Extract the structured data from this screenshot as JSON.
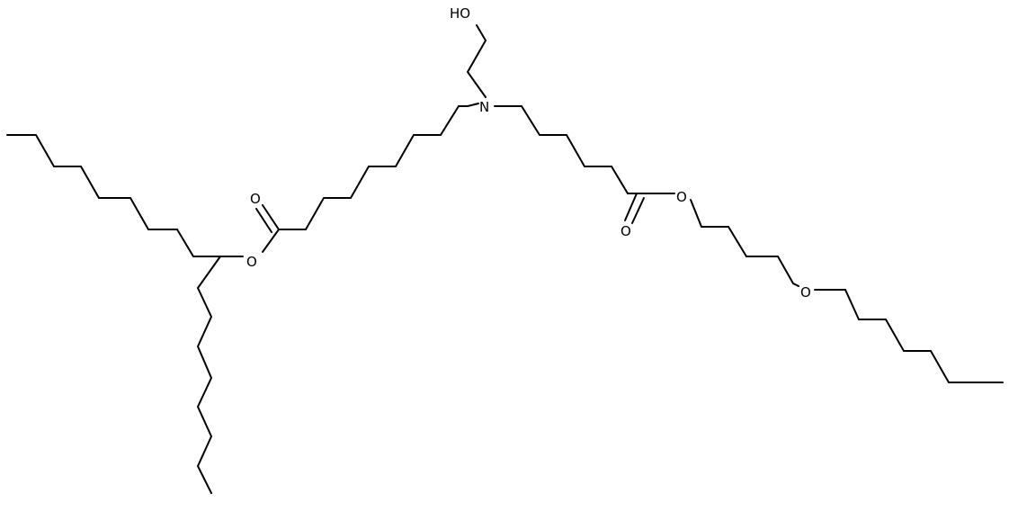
{
  "diagram": {
    "type": "skeletal-formula",
    "colors": {
      "bond": "#000000",
      "label": "#000000",
      "background": "#ffffff"
    },
    "atom_labels": {
      "hydroxyl": "HO",
      "nitrogen": "N",
      "ester_left_carbonyl_o": "O",
      "ester_left_o": "O",
      "ester_right_carbonyl_o": "O",
      "ester_right_o": "O",
      "ether_o": "O"
    }
  }
}
